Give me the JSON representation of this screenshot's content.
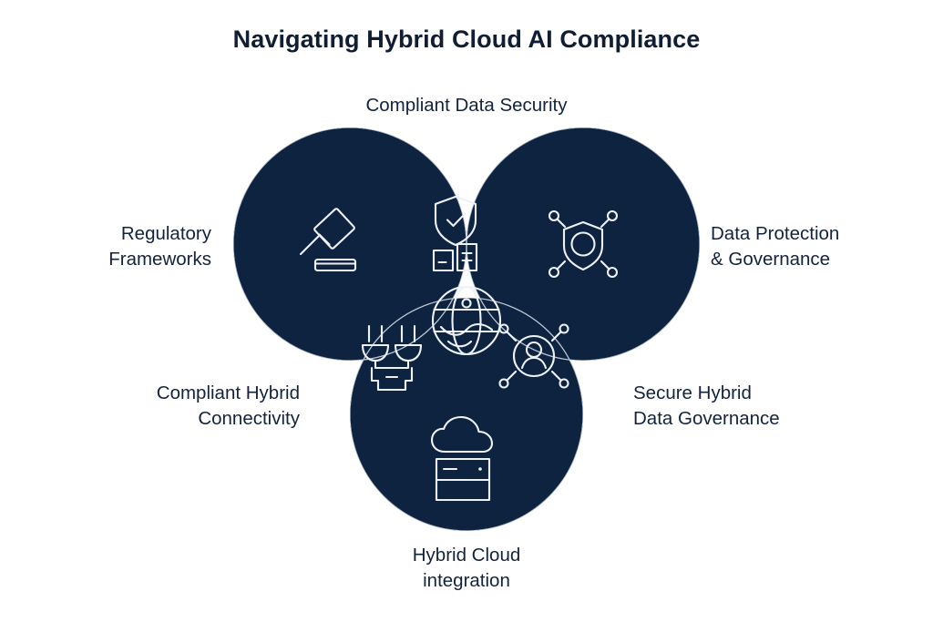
{
  "title": "Navigating Hybrid Cloud AI Compliance",
  "colors": {
    "background": "#ffffff",
    "circle_fill": "#0d2340",
    "circle_outline": "#b9c4d2",
    "icon_stroke": "#eef2f6",
    "title_text": "#111d33",
    "label_text": "#13233d"
  },
  "labels": {
    "top": "Compliant Data Security",
    "left": "Regulatory\nFrameworks",
    "right": "Data Protection\n& Governance",
    "bottom_left": "Compliant Hybrid\nConnectivity",
    "bottom_right": "Secure Hybrid\nData Governance",
    "bottom": "Hybrid Cloud\nintegration"
  },
  "chart_data": {
    "type": "diagram",
    "diagram_type": "venn-3-circle",
    "title": "Navigating Hybrid Cloud AI Compliance",
    "sets": [
      {
        "id": "regulatory-frameworks",
        "label": "Regulatory Frameworks",
        "position": "top-left",
        "center": [
          384,
          268
        ],
        "radius": 128,
        "icon": "gavel-icon"
      },
      {
        "id": "data-protection-governance",
        "label": "Data Protection & Governance",
        "position": "top-right",
        "center": [
          640,
          268
        ],
        "radius": 128,
        "icon": "shield-network-icon"
      },
      {
        "id": "hybrid-cloud-integration",
        "label": "Hybrid Cloud integration",
        "position": "bottom",
        "center": [
          512,
          455
        ],
        "radius": 128,
        "icon": "cloud-server-icon"
      }
    ],
    "intersections": [
      {
        "id": "compliant-data-security",
        "label": "Compliant Data Security",
        "sets": [
          "regulatory-frameworks",
          "data-protection-governance"
        ],
        "icon": "shield-check-documents-icon"
      },
      {
        "id": "compliant-hybrid-connectivity",
        "label": "Compliant Hybrid Connectivity",
        "sets": [
          "regulatory-frameworks",
          "hybrid-cloud-integration"
        ],
        "icon": "plug-connector-icon"
      },
      {
        "id": "secure-hybrid-data-governance",
        "label": "Secure Hybrid Data Governance",
        "sets": [
          "data-protection-governance",
          "hybrid-cloud-integration"
        ],
        "icon": "user-network-icon"
      },
      {
        "id": "center",
        "label": "",
        "sets": [
          "regulatory-frameworks",
          "data-protection-governance",
          "hybrid-cloud-integration"
        ],
        "icon": "globe-icon"
      }
    ]
  }
}
